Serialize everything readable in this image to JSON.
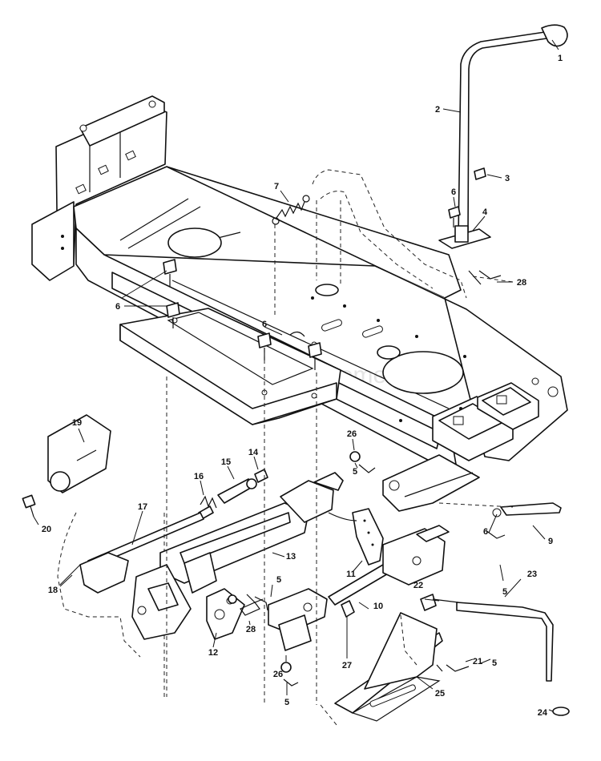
{
  "watermark": "eReplacementParts.com",
  "callouts": [
    {
      "id": "c1",
      "label": "1"
    },
    {
      "id": "c2",
      "label": "2"
    },
    {
      "id": "c3",
      "label": "3"
    },
    {
      "id": "c6a",
      "label": "6"
    },
    {
      "id": "c4",
      "label": "4"
    },
    {
      "id": "c7",
      "label": "7"
    },
    {
      "id": "c28a",
      "label": "28"
    },
    {
      "id": "c6b",
      "label": "6"
    },
    {
      "id": "c6c",
      "label": "6"
    },
    {
      "id": "c19",
      "label": "19"
    },
    {
      "id": "c26a",
      "label": "26"
    },
    {
      "id": "c5a",
      "label": "5"
    },
    {
      "id": "c14",
      "label": "14"
    },
    {
      "id": "c15",
      "label": "15"
    },
    {
      "id": "c16",
      "label": "16"
    },
    {
      "id": "c17",
      "label": "17"
    },
    {
      "id": "c20",
      "label": "20"
    },
    {
      "id": "c6d",
      "label": "6"
    },
    {
      "id": "c9",
      "label": "9"
    },
    {
      "id": "c13",
      "label": "13"
    },
    {
      "id": "c11",
      "label": "11"
    },
    {
      "id": "c5b",
      "label": "5"
    },
    {
      "id": "c18",
      "label": "18"
    },
    {
      "id": "c5c",
      "label": "5"
    },
    {
      "id": "c23",
      "label": "23"
    },
    {
      "id": "c22",
      "label": "22"
    },
    {
      "id": "c28b",
      "label": "28"
    },
    {
      "id": "c10",
      "label": "10"
    },
    {
      "id": "c12",
      "label": "12"
    },
    {
      "id": "c27",
      "label": "27"
    },
    {
      "id": "c26b",
      "label": "26"
    },
    {
      "id": "c21",
      "label": "21"
    },
    {
      "id": "c5d",
      "label": "5"
    },
    {
      "id": "c5e",
      "label": "5"
    },
    {
      "id": "c25",
      "label": "25"
    },
    {
      "id": "c24",
      "label": "24"
    }
  ]
}
